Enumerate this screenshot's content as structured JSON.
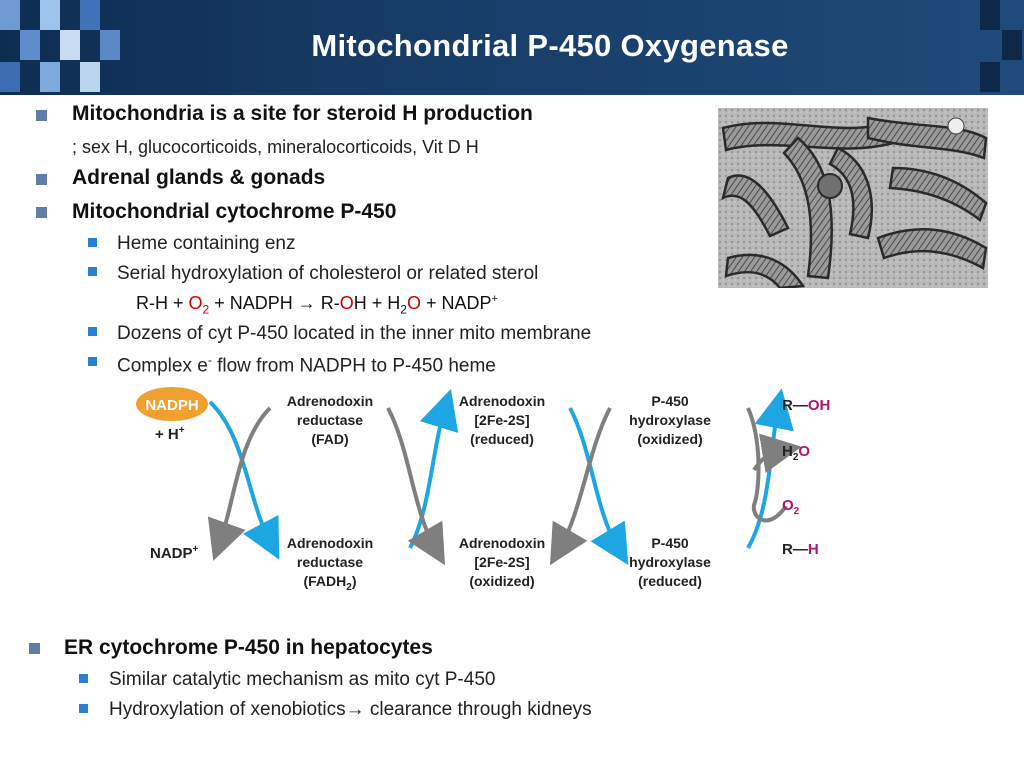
{
  "slide": {
    "title": "Mitochondrial P-450 Oxygenase"
  },
  "bullets": {
    "b1": "Mitochondria is a site for steroid H production",
    "b1_cont": "; sex H, glucocorticoids, mineralocorticoids, Vit D H",
    "b2": "Adrenal glands & gonads",
    "b3": "Mitochondrial cytochrome P-450",
    "b3_sub": [
      "Heme containing enz",
      "Serial hydroxylation of cholesterol or related sterol",
      "Dozens of cyt P-450 located in the inner mito membrane",
      "Complex e"
    ],
    "b3_sub4_sup": "-",
    "b3_sub4_rest": " flow from NADPH to P-450 heme",
    "equation": {
      "p1": "R-H + ",
      "o": "O",
      "sub2": "2",
      "p2": " + NADPH ",
      "arrow": "→",
      "p3": " R-",
      "o2": "O",
      "p4": "H + H",
      "sub2b": "2",
      "o3": "O",
      "p5": " + NADP",
      "sup": "+"
    },
    "b4": "ER cytochrome P-450 in hepatocytes",
    "b4_sub": [
      "Similar catalytic mechanism as mito cyt P-450",
      "Hydroxylation of xenobiotics"
    ],
    "b4_sub2_arrow": "→",
    "b4_sub2_rest": " clearance through kidneys"
  },
  "diagram": {
    "nadph": "NADPH",
    "h_plus": "+ H",
    "h_plus_sup": "+",
    "nadp": "NADP",
    "nadp_sup": "+",
    "adr_red_top": [
      "Adrenodoxin",
      "reductase",
      "(FAD)"
    ],
    "adr_red_bottom": [
      "Adrenodoxin",
      "reductase",
      "(FADH"
    ],
    "adr_red_bottom_sub": "2",
    "adr_red_bottom_close": ")",
    "adx_top": [
      "Adrenodoxin",
      "[2Fe-2S]",
      "(reduced)"
    ],
    "adx_bottom": [
      "Adrenodoxin",
      "[2Fe-2S]",
      "(oxidized)"
    ],
    "p450_top": [
      "P-450",
      "hydroxylase",
      "(oxidized)"
    ],
    "p450_bottom": [
      "P-450",
      "hydroxylase",
      "(reduced)"
    ],
    "r_oh_r": "R",
    "r_oh_dash": "—",
    "r_oh_oh": "OH",
    "h2o_h": "H",
    "h2o_sub": "2",
    "h2o_o": "O",
    "o2_o": "O",
    "o2_sub": "2",
    "r_h_r": "R",
    "r_h_dash": "—",
    "r_h_h": "H",
    "colors": {
      "blue_arrow": "#1ea6e2",
      "gray_arrow": "#7f7f7f",
      "magenta": "#b0156e",
      "nadph_fill": "#f0a030"
    }
  },
  "icons": {
    "photo": "mitochondria-electron-micrograph"
  }
}
